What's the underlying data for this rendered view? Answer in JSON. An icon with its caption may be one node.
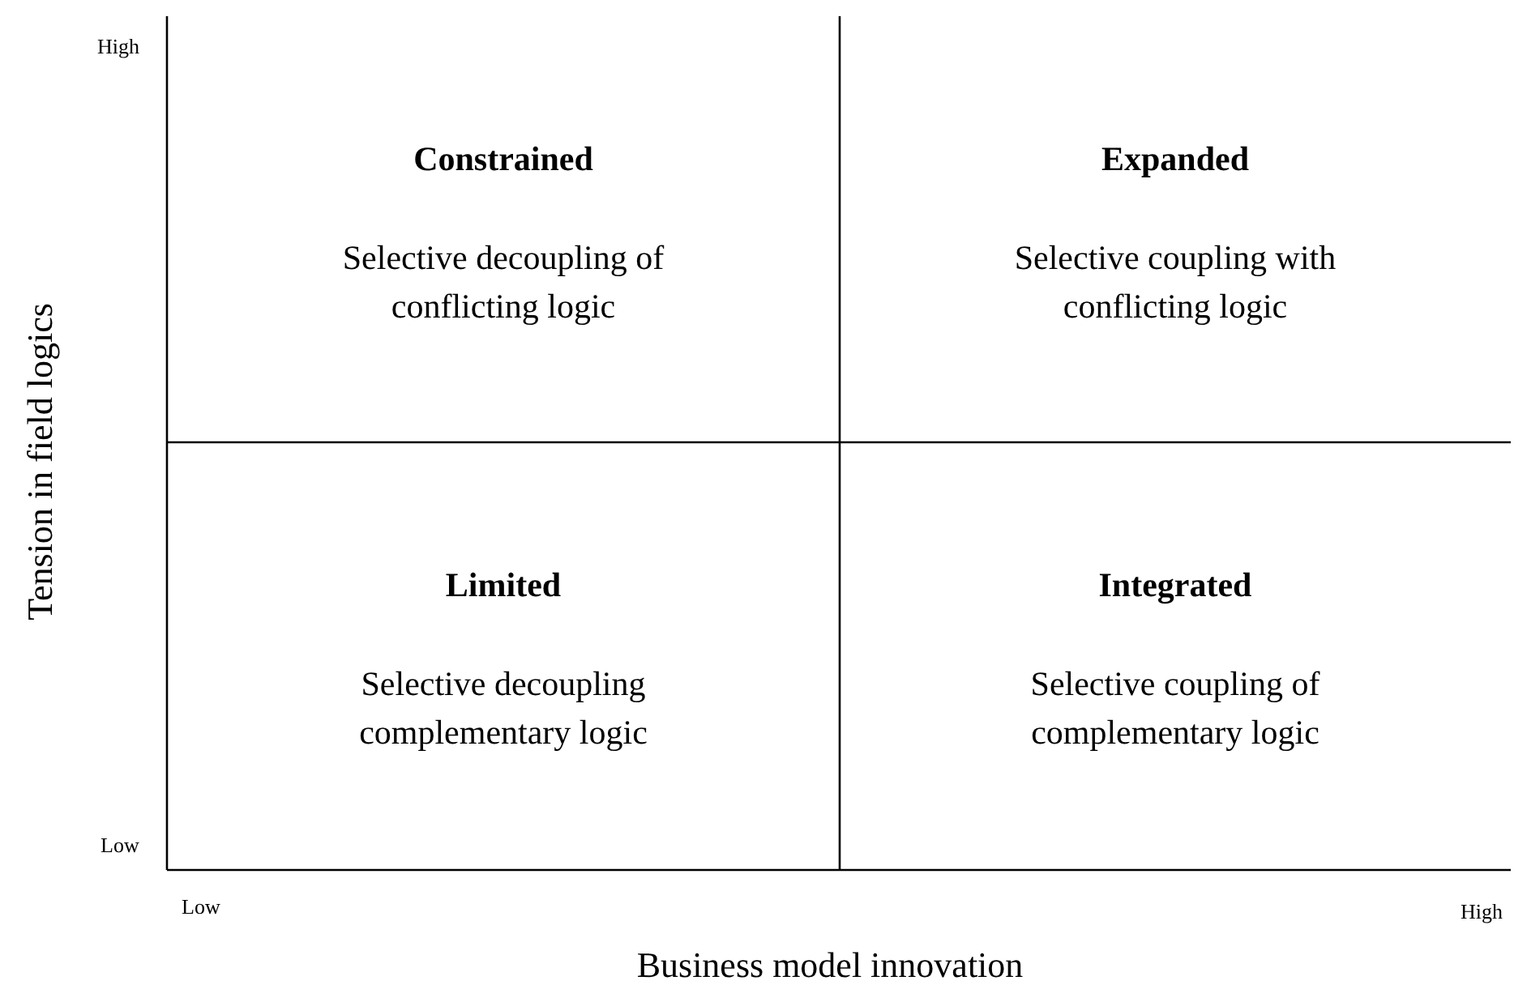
{
  "diagram": {
    "nodes": [
      {
        "text": [
          "Constrained",
          "Selective decoupling of conflicting logic"
        ]
      },
      {
        "text": [
          "Expanded",
          "Selective coupling with conflicting logic"
        ]
      },
      {
        "text": [
          "Limited",
          "Selective decoupling complementary logic"
        ]
      },
      {
        "text": [
          "Integrated",
          "Selective coupling of complementary logic"
        ]
      }
    ],
    "edges": [],
    "labels": [
      "High",
      "Low",
      "Tension in field logics",
      "Low",
      "High",
      "Business model innovation"
    ]
  }
}
